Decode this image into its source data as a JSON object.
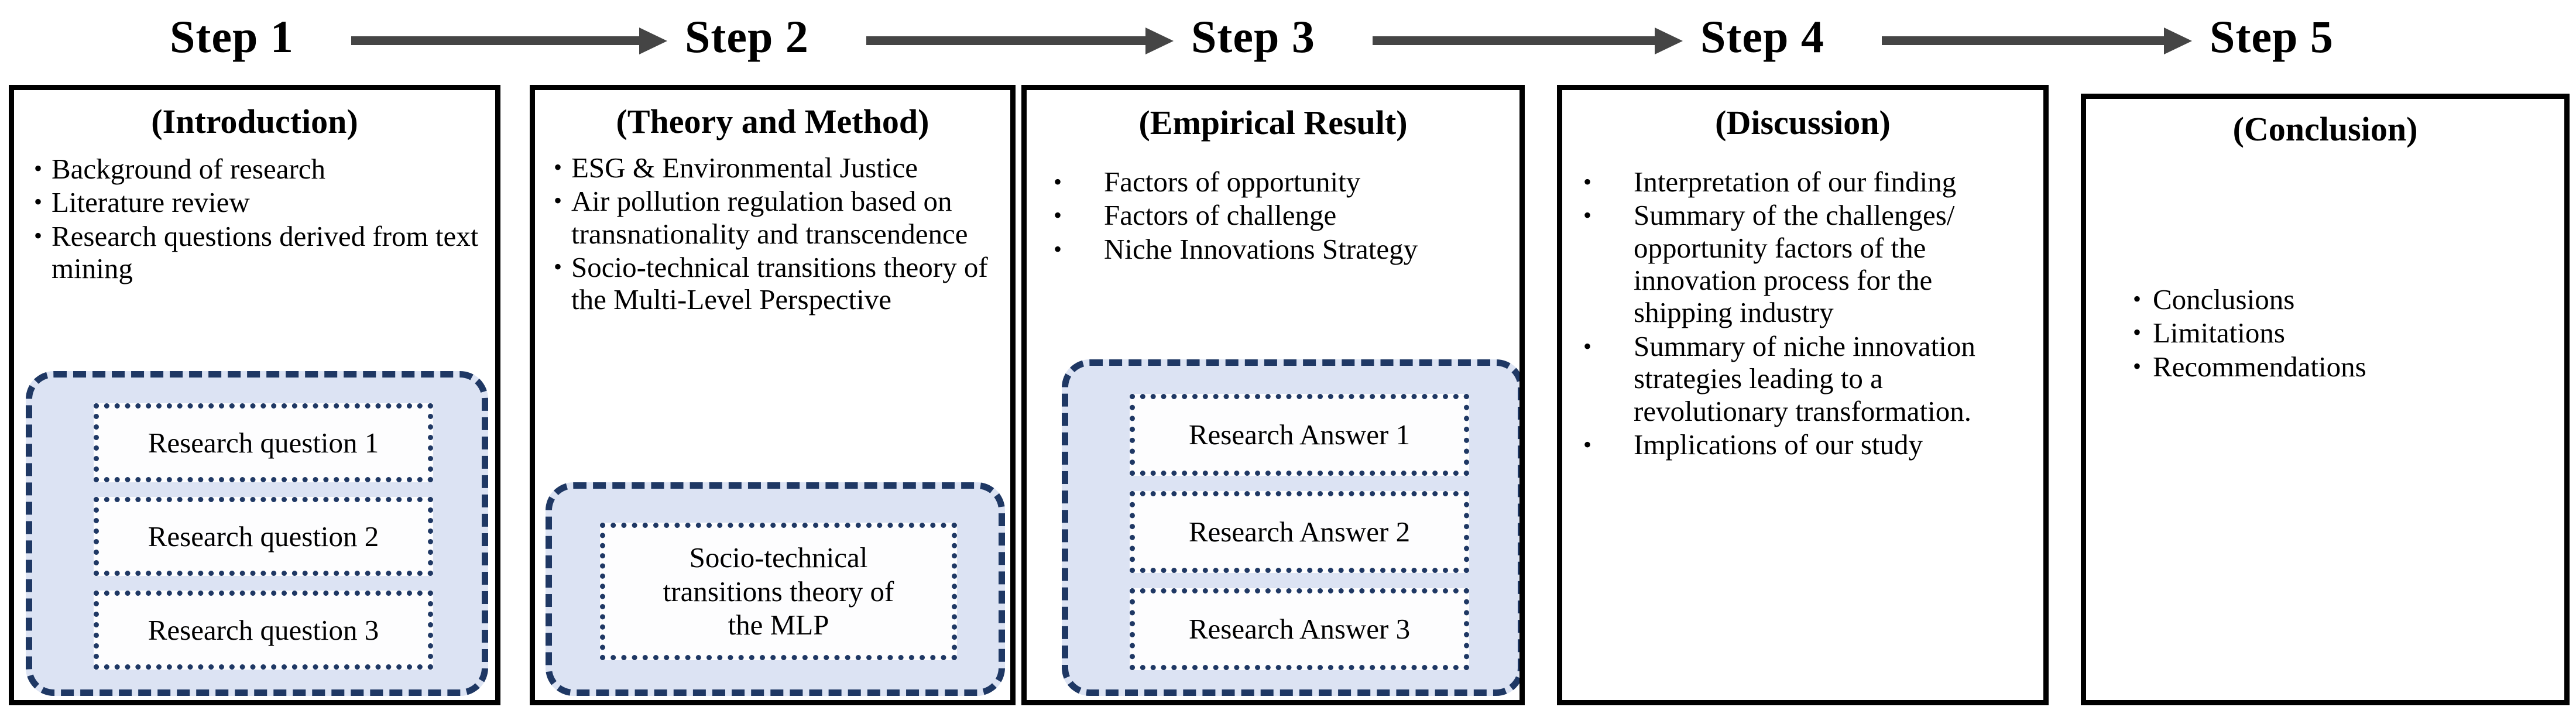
{
  "header": {
    "steps": [
      "Step 1",
      "Step 2",
      "Step 3",
      "Step 4",
      "Step 5"
    ],
    "arrow_icon": "right-arrow-icon"
  },
  "colors": {
    "panel_border": "#000000",
    "group_border": "#1F3864",
    "group_fill": "#DCE3F3",
    "item_border": "#1F3864",
    "item_fill": "#FDFDFE",
    "arrow": "#454545"
  },
  "panels": [
    {
      "step": "Step 1",
      "title": "(Introduction)",
      "bullets": [
        "Background of research",
        "Literature review",
        "Research questions derived from text mining"
      ],
      "group": {
        "items": [
          "Research question 1",
          "Research question 2",
          "Research question 3"
        ]
      }
    },
    {
      "step": "Step 2",
      "title": "(Theory and Method)",
      "bullets": [
        "ESG & Environmental Justice",
        "Air pollution regulation based on transnationality and transcendence",
        "Socio-technical transitions theory of the Multi-Level Perspective"
      ],
      "group": {
        "items": [
          "Socio-technical\ntransitions theory of\nthe MLP"
        ]
      }
    },
    {
      "step": "Step 3",
      "title": "(Empirical Result)",
      "bullets": [
        "Factors of opportunity",
        "Factors of challenge",
        "Niche Innovations Strategy"
      ],
      "group": {
        "items": [
          "Research Answer 1",
          "Research Answer 2",
          "Research Answer 3"
        ]
      }
    },
    {
      "step": "Step 4",
      "title": "(Discussion)",
      "bullets": [
        "Interpretation of our finding",
        "Summary of the challenges/ opportunity factors  of the innovation process for the shipping industry",
        "Summary of niche innovation strategies leading to a revolutionary transformation.",
        "Implications of our study"
      ],
      "group": null
    },
    {
      "step": "Step 5",
      "title": "(Conclusion)",
      "bullets": [
        "Conclusions",
        "Limitations",
        "Recommendations"
      ],
      "group": null
    }
  ]
}
